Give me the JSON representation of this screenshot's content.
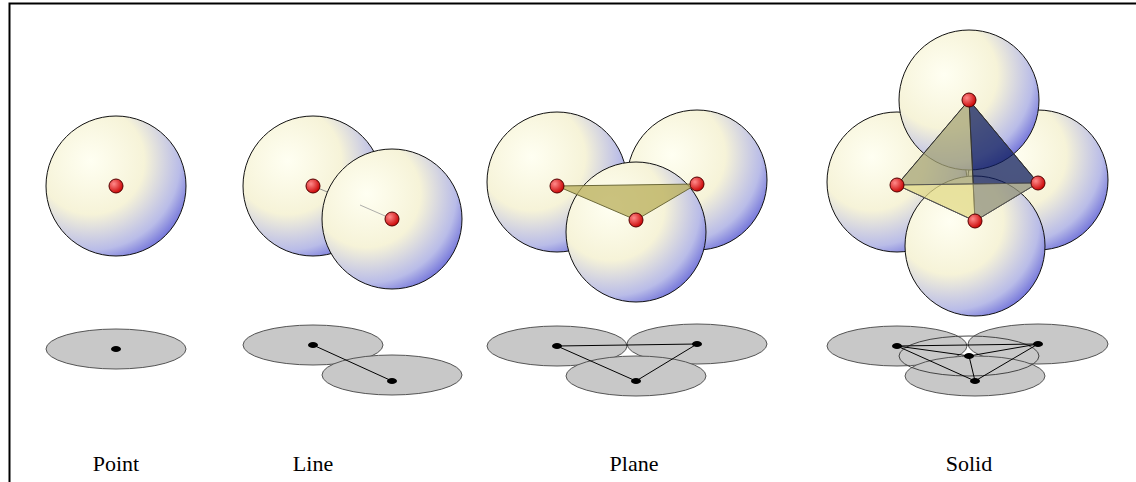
{
  "diagram": {
    "labels": [
      "Point",
      "Line",
      "Plane",
      "Solid"
    ]
  }
}
